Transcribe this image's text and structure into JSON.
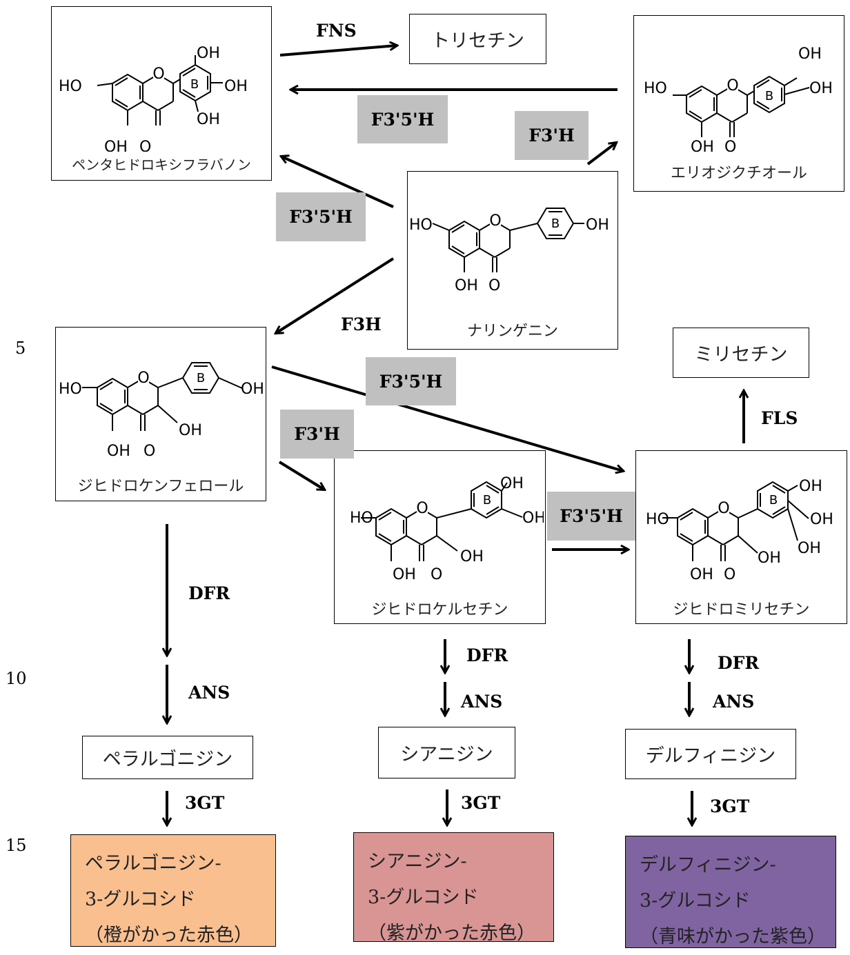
{
  "line_numbers": [
    "5",
    "10",
    "15"
  ],
  "compounds": {
    "pentahydroxyflavanone": "ペンタヒドロキシフラバノン",
    "eriodictyol": "エリオジクチオール",
    "naringenin": "ナリンゲニン",
    "dihydrokaempferol": "ジヒドロケンフェロール",
    "dihydroquercetin": "ジヒドロケルセチン",
    "dihydromyricetin": "ジヒドロミリセチン"
  },
  "simple_boxes": {
    "tricetin": "トリセチン",
    "myricetin": "ミリセチン",
    "pelargonidin": "ペラルゴニジン",
    "cyanidin": "シアニジン",
    "delphinidin": "デルフィニジン"
  },
  "enzymes": {
    "fns": "FNS",
    "f3h_top": "F3'H",
    "f35h_top": "F3'5'H",
    "f35h_left": "F3'5'H",
    "f3h": "F3H",
    "f35h_mid": "F3'5'H",
    "f3h_mid": "F3'H",
    "f35h_right": "F3'5'H",
    "fls": "FLS",
    "dfr_1": "DFR",
    "ans_1": "ANS",
    "dfr_2": "DFR",
    "ans_2": "ANS",
    "dfr_3": "DFR",
    "ans_3": "ANS",
    "gt_1": "3GT",
    "gt_2": "3GT",
    "gt_3": "3GT"
  },
  "products": [
    {
      "line1": "ペラルゴニジン-",
      "line2": "3-グルコシド",
      "line3": "（橙がかった赤色）",
      "color": "#f9bf8f"
    },
    {
      "line1": "シアニジン-",
      "line2": "3-グルコシド",
      "line3": "（紫がかった赤色）",
      "color": "#d99594"
    },
    {
      "line1": "デルフィニジン-",
      "line2": "3-グルコシド",
      "line3": "（青味がかった紫色）",
      "color": "#8064a2"
    }
  ],
  "chem": {
    "HO": "HO",
    "OH": "OH",
    "O": "O",
    "B": "B"
  }
}
